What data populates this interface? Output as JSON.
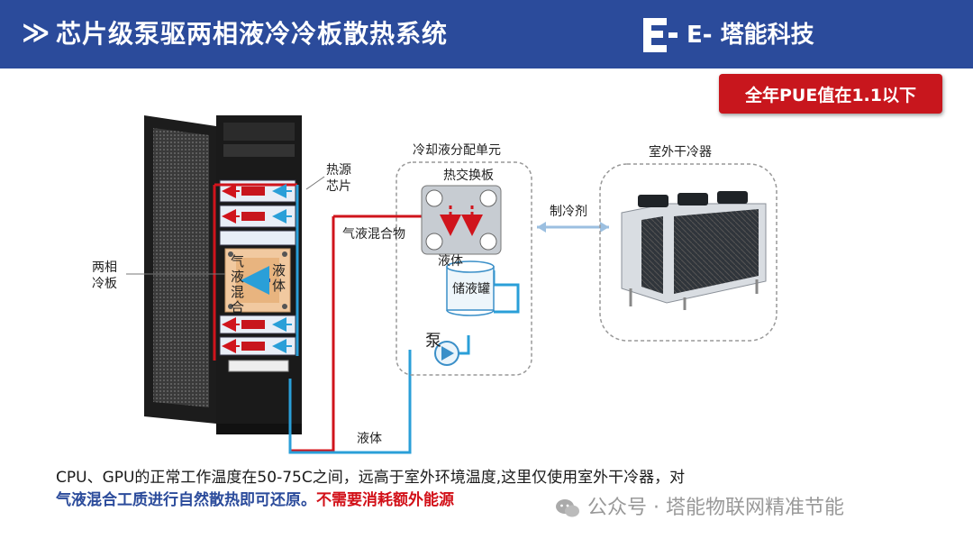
{
  "header": {
    "title": "芯片级泵驱两相液冷冷板散热系统",
    "chevron_glyph": "≫",
    "brand": "E- 塔能科技",
    "color_bar": "#2b4b9b"
  },
  "badge": {
    "text": "全年PUE值在1.1以下",
    "color": "#c8161d"
  },
  "diagram": {
    "heat_source_chip": "热源\n芯片",
    "two_phase_cold_plate": "两相\n冷板",
    "gas_liquid_vertical": "气液混合",
    "liquid_vertical": "液体",
    "gas_liquid_mix": "气液混合物",
    "cdu": "冷却液分配单元",
    "heat_exchanger": "热交换板",
    "liquid_hx": "液体",
    "reservoir": "储液罐",
    "pump": "泵",
    "refrigerant": "制冷剂",
    "dry_cooler": "室外干冷器",
    "liquid_bottom": "液体"
  },
  "footer": {
    "line1": "CPU、GPU的正常工作温度在50-75C之间，远高于室外环境温度,这里仅使用室外干冷器，对",
    "line2_blue": "气液混合工质进行自然散热即可还原。",
    "line2_red": "不需要消耗额外能源"
  },
  "watermark": "公众号 · 塔能物联网精准节能",
  "colors": {
    "hot": "#d0141c",
    "cold": "#2a9fd8",
    "dashed": "#999999"
  }
}
